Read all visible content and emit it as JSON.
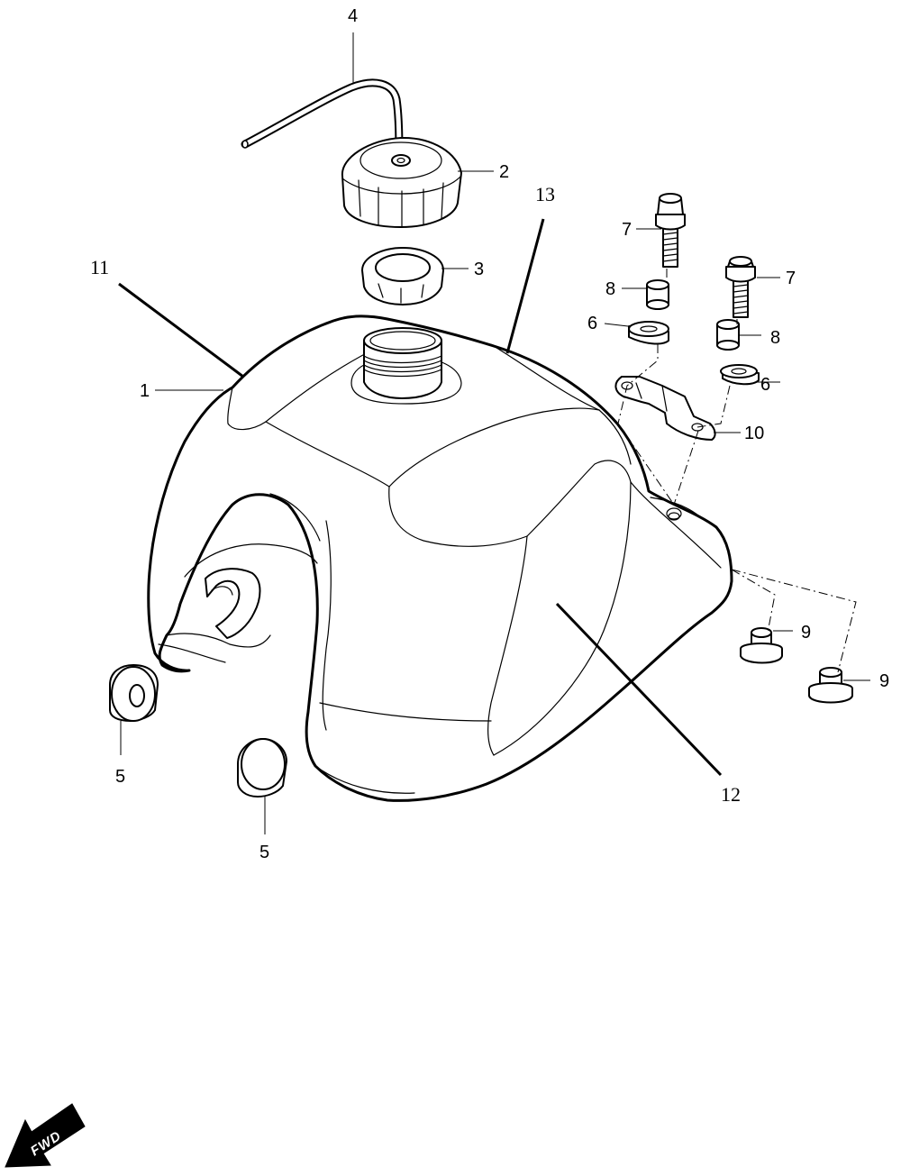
{
  "callouts": {
    "c1": "1",
    "c2": "2",
    "c3": "3",
    "c4": "4",
    "c5a": "5",
    "c5b": "5",
    "c6a": "6",
    "c6b": "6",
    "c7a": "7",
    "c7b": "7",
    "c8a": "8",
    "c8b": "8",
    "c9a": "9",
    "c9b": "9",
    "c10": "10",
    "c11": "11",
    "c12": "12",
    "c13": "13"
  },
  "direction_badge": {
    "label": "FWD"
  },
  "icons": {
    "fwd_arrow": "forward-arrow-icon"
  }
}
